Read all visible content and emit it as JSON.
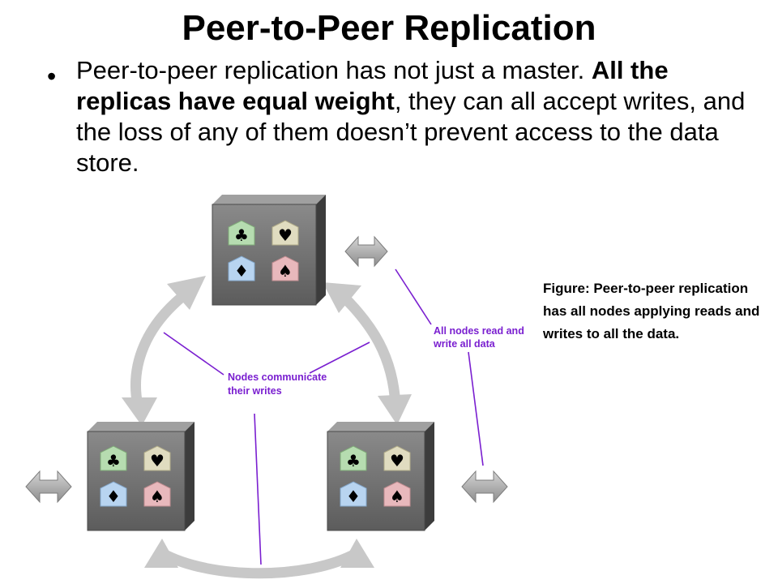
{
  "slide": {
    "title": "Peer-to-Peer Replication",
    "bullet": {
      "part1": "Peer-to-peer replication has not just a master. ",
      "bold": "All the replicas have equal weight",
      "part2": ", they can all accept writes, and the loss of any of them doesn’t prevent access to the data store."
    },
    "caption": "Figure: Peer-to-peer replication has all nodes applying reads and writes to all the data."
  },
  "diagram": {
    "callouts": {
      "communicate_line1": "Nodes communicate",
      "communicate_line2": "their writes",
      "readwrite_line1": "All nodes read and",
      "readwrite_line2": "write all data"
    },
    "nodes": [
      {
        "name": "node-top",
        "suits": [
          "♣",
          "♥",
          "♦",
          "♠"
        ]
      },
      {
        "name": "node-bottom-left",
        "suits": [
          "♣",
          "♥",
          "♦",
          "♠"
        ]
      },
      {
        "name": "node-bottom-right",
        "suits": [
          "♣",
          "♥",
          "♦",
          "♠"
        ]
      }
    ],
    "colors": {
      "callout": "#7a1fd0",
      "arrow": "#c8c8c8",
      "server_front": "#6e6e6e",
      "server_side": "#3c3c3c",
      "club_tile": "#b6dcb0",
      "heart_tile": "#e0dcc0",
      "diamond_tile": "#b8d4f0",
      "spade_tile": "#e8b8bc"
    }
  }
}
